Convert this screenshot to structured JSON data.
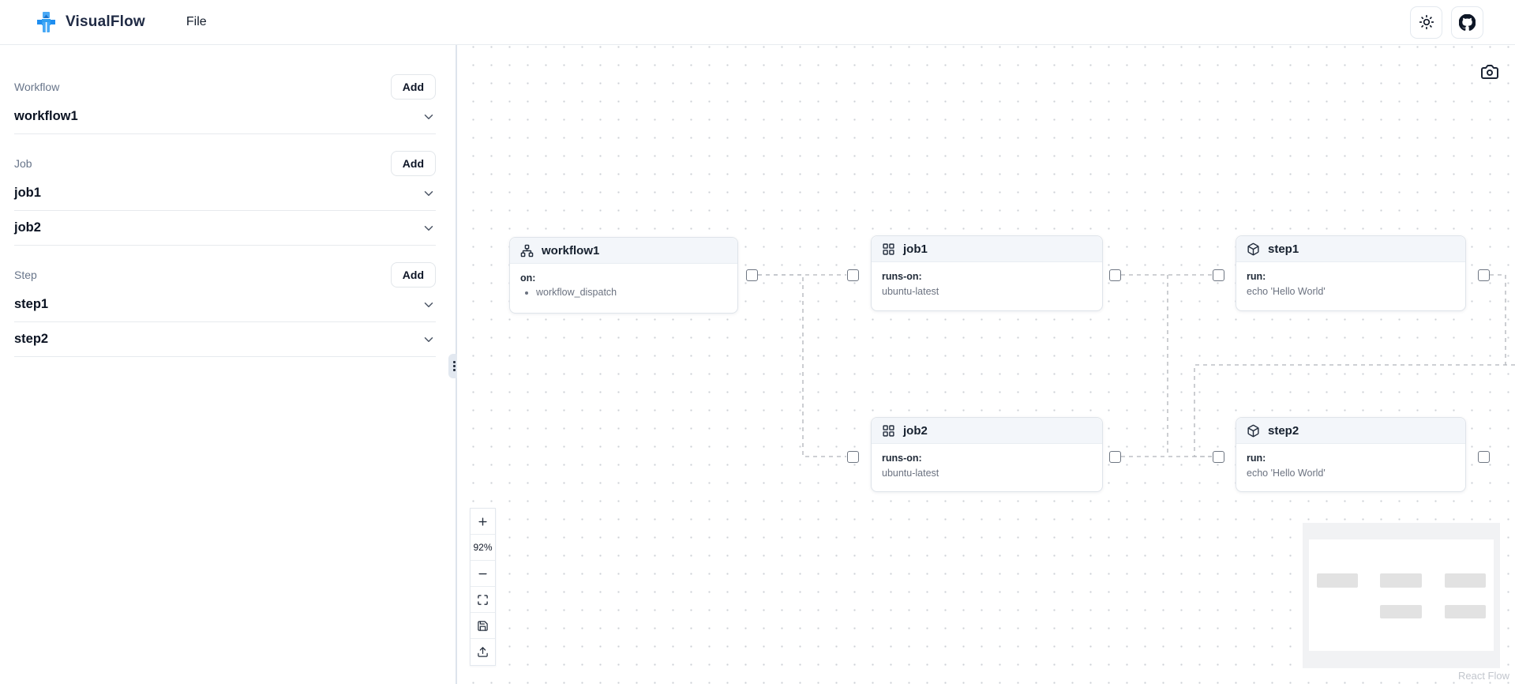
{
  "navbar": {
    "brand": "VisualFlow",
    "file_menu": "File"
  },
  "sidebar": {
    "sections": [
      {
        "label": "Workflow",
        "add_label": "Add",
        "items": [
          "workflow1"
        ]
      },
      {
        "label": "Job",
        "add_label": "Add",
        "items": [
          "job1",
          "job2"
        ]
      },
      {
        "label": "Step",
        "add_label": "Add",
        "items": [
          "step1",
          "step2"
        ]
      }
    ]
  },
  "canvas": {
    "nodes": [
      {
        "id": "workflow1",
        "icon": "workflow-icon",
        "title": "workflow1",
        "field_label": "on:",
        "field_value": "workflow_dispatch"
      },
      {
        "id": "job1",
        "icon": "grid-icon",
        "title": "job1",
        "field_label": "runs-on:",
        "field_value": "ubuntu-latest"
      },
      {
        "id": "step1",
        "icon": "box-icon",
        "title": "step1",
        "field_label": "run:",
        "field_value": "echo 'Hello World'"
      },
      {
        "id": "job2",
        "icon": "grid-icon",
        "title": "job2",
        "field_label": "runs-on:",
        "field_value": "ubuntu-latest"
      },
      {
        "id": "step2",
        "icon": "box-icon",
        "title": "step2",
        "field_label": "run:",
        "field_value": "echo 'Hello World'"
      }
    ],
    "controls": {
      "zoom_level": "92%"
    },
    "attribution": "React Flow"
  },
  "colors": {
    "brand_blue": "#2f9ff2",
    "edge_gray": "#b1b4ba",
    "node_header_bg": "#f3f6fa"
  }
}
